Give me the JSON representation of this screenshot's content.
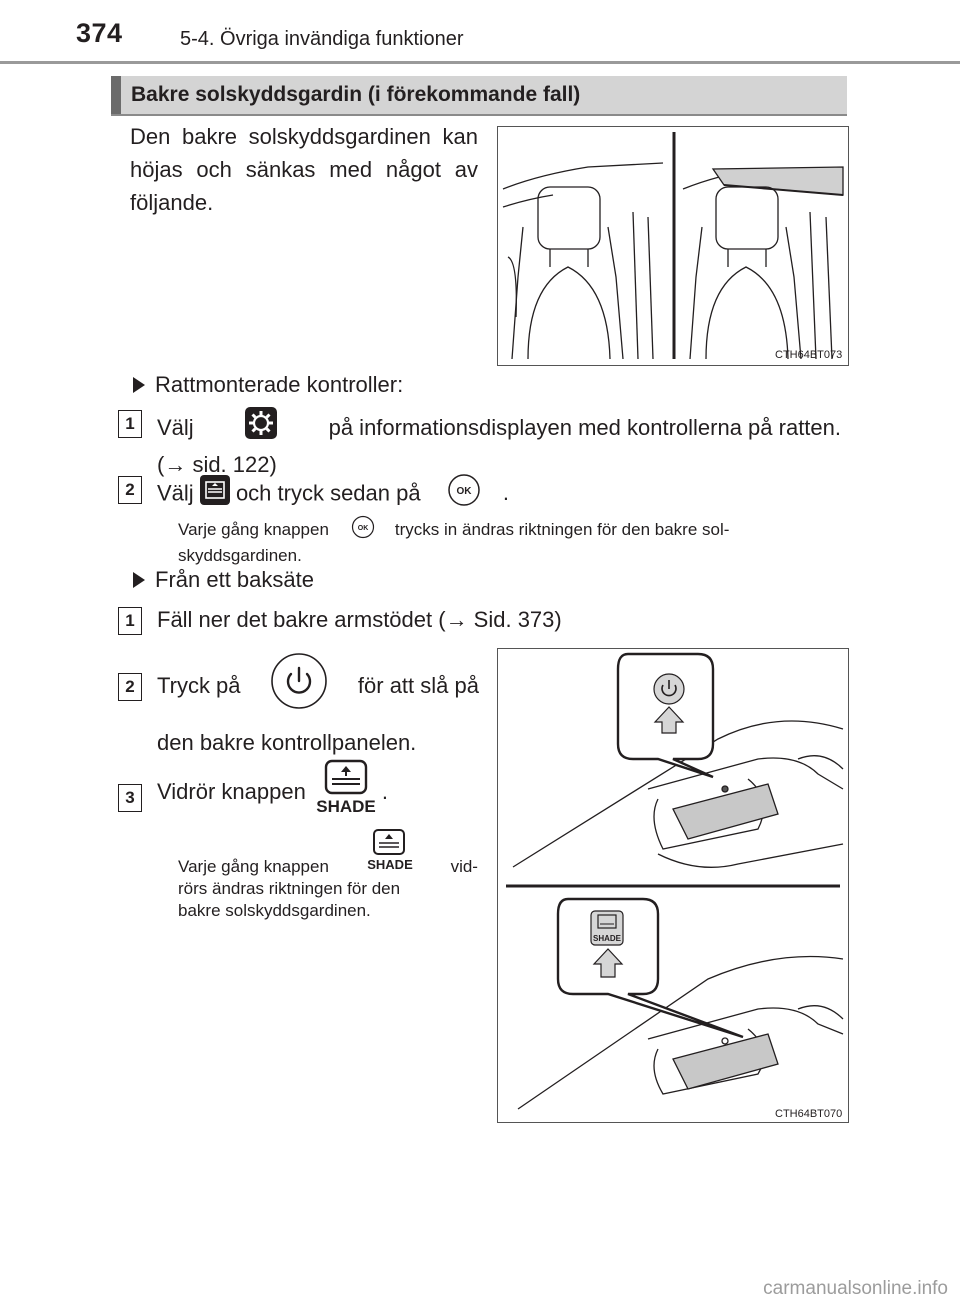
{
  "header": {
    "page_number": "374",
    "chapter": "5-4. Övriga invändiga funktioner"
  },
  "section": {
    "title": "Bakre solskyddsgardin (i förekommande fall)",
    "intro": "Den bakre solskyddsgardinen kan höjas och sänkas med något av följande."
  },
  "figures": {
    "fig1_code": "CTH64BT073",
    "fig2_code": "CTH64BT070"
  },
  "steering": {
    "heading": "Rattmonterade kontroller:",
    "step1_num": "1",
    "step1_a": "Välj",
    "step1_b": "på informationsdisplayen med kontrollerna på ratten.",
    "step1_c": "(→ sid. 122)",
    "step2_num": "2",
    "step2_a": "Välj",
    "step2_b": "och tryck sedan på",
    "step2_c": ".",
    "note_a": "Varje gång knappen",
    "note_b": "trycks in ändras riktningen för den bakre sol-",
    "note_c": "skyddsgardinen."
  },
  "rear_seat": {
    "heading": "Från ett baksäte",
    "step1_num": "1",
    "step1_text": "Fäll ner det bakre armstödet (→ Sid. 373)",
    "step2_num": "2",
    "step2_a": "Tryck på",
    "step2_b": "för att slå på",
    "step2_c": "den bakre kontrollpanelen.",
    "step3_num": "3",
    "step3_a": "Vidrör knappen",
    "step3_b": ".",
    "note_a": "Varje gång knappen",
    "note_b": "vid-",
    "note_c": "rörs ändras riktningen för den",
    "note_d": "bakre solskyddsgardinen."
  },
  "icons": {
    "ok_label": "OK",
    "shade_label": "SHADE"
  },
  "watermark": "carmanualsonline.info"
}
